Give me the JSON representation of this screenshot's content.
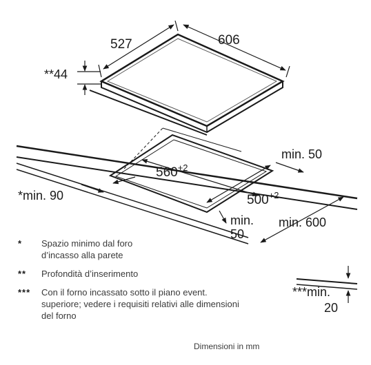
{
  "dimensions": {
    "hob_depth": "527",
    "hob_width": "606",
    "insertion_depth": "**44",
    "cutout_width": "560",
    "cutout_width_tol": "+2",
    "cutout_depth": "500",
    "cutout_depth_tol": "+2",
    "front_gap": "*min. 90",
    "rear_gap": "min. 50",
    "front_edge_line1": "min.",
    "front_edge_line2": "50",
    "worktop_depth": "min. 600",
    "below_line1": "***min.",
    "below_line2": "20"
  },
  "legend": [
    {
      "mark": "*",
      "lines": [
        "Spazio minimo dal foro",
        "d’incasso alla parete"
      ]
    },
    {
      "mark": "**",
      "lines": [
        "Profondità d’inserimento"
      ]
    },
    {
      "mark": "***",
      "lines": [
        "Con il forno incassato sotto il piano event.",
        "superiore; vedere i requisiti relativi alle dimensioni",
        "del forno"
      ]
    }
  ],
  "footer": "Dimensioni in mm"
}
